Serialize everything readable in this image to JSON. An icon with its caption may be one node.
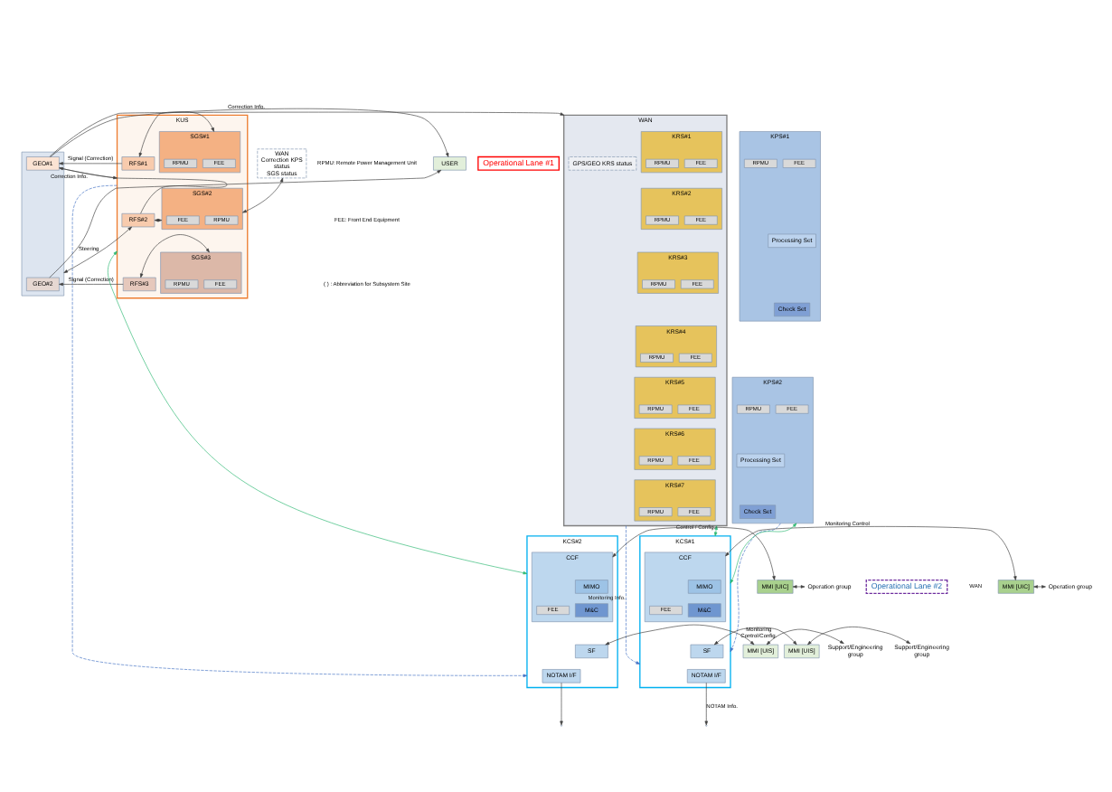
{
  "diagram": {
    "nodes": [
      {
        "text": [
          "USER"
        ]
      },
      {
        "text": [
          "WAN"
        ]
      },
      {
        "text": [
          "KRS#1"
        ],
        "in": 1
      },
      {
        "text": [
          "FEE"
        ],
        "in": 2
      },
      {
        "text": [
          "RPMU"
        ],
        "in": 2
      },
      {
        "text": [
          "KRS#2"
        ],
        "in": 1
      },
      {
        "text": [
          "FEE"
        ],
        "in": 5
      },
      {
        "text": [
          "RPMU"
        ],
        "in": 5
      },
      {
        "text": [
          "KRS#3"
        ],
        "in": 1
      },
      {
        "text": [
          "FEE"
        ],
        "in": 8
      },
      {
        "text": [
          "RPMU"
        ],
        "in": 8
      },
      {
        "text": [
          "KRS#4"
        ],
        "in": 1
      },
      {
        "text": [
          "FEE"
        ],
        "in": 11
      },
      {
        "text": [
          "RPMU"
        ],
        "in": 11
      },
      {
        "text": [
          "KRS#5"
        ],
        "in": 1
      },
      {
        "text": [
          "FEE"
        ],
        "in": 14
      },
      {
        "text": [
          "RPMU"
        ],
        "in": 14
      },
      {
        "text": [
          "KRS#6"
        ],
        "in": 1
      },
      {
        "text": [
          "FEE"
        ],
        "in": 17
      },
      {
        "text": [
          "RPMU"
        ],
        "in": 17
      },
      {
        "text": [
          "KRS#7"
        ],
        "in": 1
      },
      {
        "text": [
          "FEE"
        ],
        "in": 20
      },
      {
        "text": [
          "RPMU"
        ],
        "in": 20
      },
      {
        "text": [
          "GPS/GEO KRS status"
        ],
        "in": 1
      },
      {
        "text": [
          "KPS#1"
        ]
      },
      {
        "text": [
          "FEE"
        ],
        "in": 24
      },
      {
        "text": [
          "RPMU"
        ],
        "in": 24
      },
      {
        "text": [
          "Processing Set"
        ],
        "in": 24
      },
      {
        "text": [
          "Check Set"
        ],
        "in": 24
      },
      {
        "text": [
          "KPS#2"
        ]
      },
      {
        "text": [
          "FEE"
        ],
        "in": 29
      },
      {
        "text": [
          "RPMU"
        ],
        "in": 29
      },
      {
        "text": [
          "Processing Set"
        ],
        "in": 29
      },
      {
        "text": [
          "Check Set"
        ],
        "in": 29
      },
      {
        "text": [
          "WAN",
          "Correction KPS status",
          "SGS status"
        ]
      },
      {
        "text": [
          "KUS"
        ]
      },
      {
        "text": [
          "SGS#1"
        ],
        "in": 35
      },
      {
        "text": [
          "FEE"
        ],
        "in": 36
      },
      {
        "text": [
          "RPMU"
        ],
        "in": 36
      },
      {
        "text": [
          "RFS#1"
        ],
        "in": 35
      },
      {
        "text": [
          "SGS#2"
        ],
        "in": 35
      },
      {
        "text": [
          "FEE"
        ],
        "in": 40
      },
      {
        "text": [
          "RPMU"
        ],
        "in": 40
      },
      {
        "text": [
          "RFS#2"
        ],
        "in": 35
      },
      {
        "text": [
          "SGS#3"
        ],
        "in": 35
      },
      {
        "text": [
          "FEE"
        ],
        "in": 44
      },
      {
        "text": [
          "RPMU"
        ],
        "in": 44
      },
      {
        "text": [
          "RFS#3"
        ],
        "in": 35
      },
      {
        "text": [],
        "shape": "box"
      },
      {
        "text": [
          "GEO#1"
        ],
        "in": 48
      },
      {
        "text": [
          "GEO#2"
        ],
        "in": 48
      },
      {
        "text": [
          "Operational Lane #1"
        ]
      },
      {
        "text": [
          "Operational Lane #2"
        ]
      },
      {
        "text": [
          "KCS#1"
        ]
      },
      {
        "text": [
          "CCF"
        ],
        "in": 53
      },
      {
        "text": [
          "MIMO"
        ],
        "in": 54
      },
      {
        "text": [
          "M&C"
        ],
        "in": 54
      },
      {
        "text": [
          "FEE"
        ],
        "in": 54
      },
      {
        "text": [
          "SF"
        ],
        "in": 53
      },
      {
        "text": [
          "NOTAM I/F"
        ],
        "in": 53
      },
      {
        "text": [
          "MMI [UIC]"
        ]
      },
      {
        "text": [
          "MMI [UIS]"
        ]
      },
      {
        "text": [
          "Operation group"
        ]
      },
      {
        "text": [
          "Support/Engineering group"
        ]
      },
      {
        "text": [
          "KCS#2"
        ]
      },
      {
        "text": [
          "CCF"
        ],
        "in": 64
      },
      {
        "text": [
          "MIMO"
        ],
        "in": 65
      },
      {
        "text": [
          "M&C"
        ],
        "in": 65
      },
      {
        "text": [
          "FEE"
        ],
        "in": 65
      },
      {
        "text": [
          "SF"
        ],
        "in": 64
      },
      {
        "text": [
          "NOTAM I/F"
        ],
        "in": 64
      },
      {
        "text": [
          "MMI [UIC]"
        ]
      },
      {
        "text": [
          "MMI [UIS]"
        ]
      },
      {
        "text": [
          "Operation group"
        ]
      },
      {
        "text": [
          "Support/Engineering group"
        ]
      }
    ],
    "edges": [
      {
        "from": 49,
        "to": 0,
        "arrow": "to",
        "label": "Correction Info."
      },
      {
        "from": 50,
        "to": 0,
        "arrow": "to"
      },
      {
        "from": 49,
        "to": 35,
        "arrow": "to",
        "label": "Correction Info."
      },
      {
        "from": 49,
        "to": 1,
        "arrow": "to"
      },
      {
        "from": 36,
        "to": 39,
        "arrow": "both"
      },
      {
        "from": 40,
        "to": 43,
        "arrow": "both"
      },
      {
        "from": 44,
        "to": 47,
        "arrow": "both"
      },
      {
        "from": 39,
        "to": 49,
        "arrow": "to",
        "label": "Signal (Correction)"
      },
      {
        "from": 43,
        "to": 49,
        "arrow": "to"
      },
      {
        "from": 43,
        "to": 48,
        "arrow": "both",
        "label": "Steering"
      },
      {
        "from": 47,
        "to": 50,
        "arrow": "to",
        "label": "Signal (Correction)"
      },
      {
        "from": 34,
        "to": 40,
        "arrow": "both"
      },
      {
        "from": 1,
        "to": 53,
        "arrow": "to",
        "label": "Monitoring Info.",
        "style": "dashed",
        "color": "#4472c4"
      },
      {
        "from": 29,
        "to": 53,
        "arrow": "to",
        "style": "dashed",
        "color": "#4472c4"
      },
      {
        "from": 35,
        "to": 64,
        "arrow": "to",
        "style": "dashed",
        "color": "#4472c4"
      },
      {
        "from": 53,
        "to": 1,
        "arrow": "both",
        "label": "Control / Config.",
        "color": "#2eb872"
      },
      {
        "from": 53,
        "to": 29,
        "arrow": "both",
        "color": "#2eb872"
      },
      {
        "from": 64,
        "to": 35,
        "arrow": "both",
        "color": "#2eb872"
      },
      {
        "from": 54,
        "to": 60,
        "arrow": "both",
        "label": "Monitoring Control"
      },
      {
        "from": 58,
        "to": 61,
        "arrow": "both",
        "label": "Monitoring Control/Config."
      },
      {
        "from": 59,
        "to": null,
        "arrow": "to",
        "label": "NOTAM Info."
      },
      {
        "from": 60,
        "to": 62,
        "arrow": "both"
      },
      {
        "from": 61,
        "to": 63,
        "arrow": "both"
      },
      {
        "from": 65,
        "to": 71,
        "arrow": "both"
      },
      {
        "from": 69,
        "to": 72,
        "arrow": "both"
      },
      {
        "from": 70,
        "to": null,
        "arrow": "to"
      },
      {
        "from": 71,
        "to": 73,
        "arrow": "both"
      },
      {
        "from": 72,
        "to": 74,
        "arrow": "both"
      }
    ],
    "labels": [
      "RPMU: Remote Power Management Unit",
      "FEE: Front End Equipment",
      "( ) : Abbreviation for Subsystem Site",
      "WAN"
    ]
  }
}
